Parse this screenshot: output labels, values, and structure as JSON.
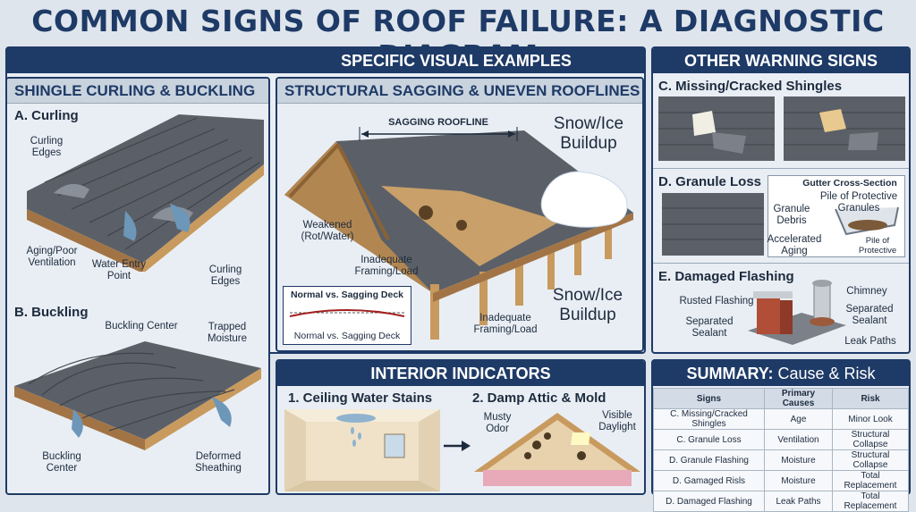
{
  "title": "COMMON SIGNS OF ROOF FAILURE: A DIAGNOSTIC DIAGRAM",
  "specific": {
    "header": "SPECIFIC VISUAL EXAMPLES",
    "shingle": {
      "header": "SHINGLE CURLING & BUCKLING",
      "curling": {
        "title": "A. Curling",
        "labels": [
          "Curling Edges",
          "Aging/Poor Ventilation",
          "Water Entry Point",
          "Curling Edges"
        ]
      },
      "buckling": {
        "title": "B. Buckling",
        "labels": [
          "Buckling Center",
          "Trapped Moisture",
          "Buckling Center",
          "Deformed Sheathing"
        ]
      }
    },
    "structural": {
      "header": "STRUCTURAL SAGGING & UNEVEN ROOFLINES",
      "sagging_roofline": "SAGGING ROOFLINE",
      "snow_top": "Snow/Ice Buildup",
      "snow_bottom": "Snow/Ice Buildup",
      "weakened": "Weakened (Rot/Water)",
      "framing_mid": "Inadequate Framing/Load",
      "framing_bottom": "Inadequate Framing/Load",
      "inset_title": "Normal vs. Sagging Deck",
      "inset_caption": "Normal vs. Sagging Deck"
    }
  },
  "other": {
    "header": "OTHER WARNING SIGNS",
    "missing": {
      "title": "C. Missing/Cracked Shingles"
    },
    "granule": {
      "title": "D. Granule Loss",
      "gutter_title": "Gutter Cross-Section",
      "labels": [
        "Pile of Protective Granules",
        "Granule Debris",
        "Accelerated Aging",
        "Pile of Protective"
      ]
    },
    "flashing": {
      "title": "E. Damaged Flashing",
      "labels": [
        "Rusted Flashing",
        "Chimney",
        "Separated Sealant",
        "Separated Sealant",
        "Leak Paths"
      ]
    }
  },
  "interior": {
    "header": "INTERIOR INDICATORS",
    "ceiling": "1. Ceiling Water Stains",
    "attic": "2. Damp Attic & Mold",
    "labels": [
      "Musty Odor",
      "Visible Daylight"
    ]
  },
  "summary": {
    "header_bold": "SUMMARY:",
    "header_rest": " Cause & Risk",
    "columns": [
      "Signs",
      "Primary Causes",
      "Risk"
    ],
    "rows": [
      [
        "C. Missing/Cracked Shingles",
        "Age",
        "Minor Look"
      ],
      [
        "C. Granule Loss",
        "Ventilation",
        "Structural Collapse"
      ],
      [
        "D. Granule Flashing",
        "Moisture",
        "Structural Collapse"
      ],
      [
        "D. Gamaged Risls",
        "Moisture",
        "Total Replacement"
      ],
      [
        "D. Damaged Flashing",
        "Leak Paths",
        "Total Replacement"
      ]
    ]
  },
  "colors": {
    "navy": "#1e3a66",
    "shingle": "#5b6068",
    "wood": "#c89a5e",
    "snow": "#ffffff",
    "stain": "#8fb3cf"
  }
}
